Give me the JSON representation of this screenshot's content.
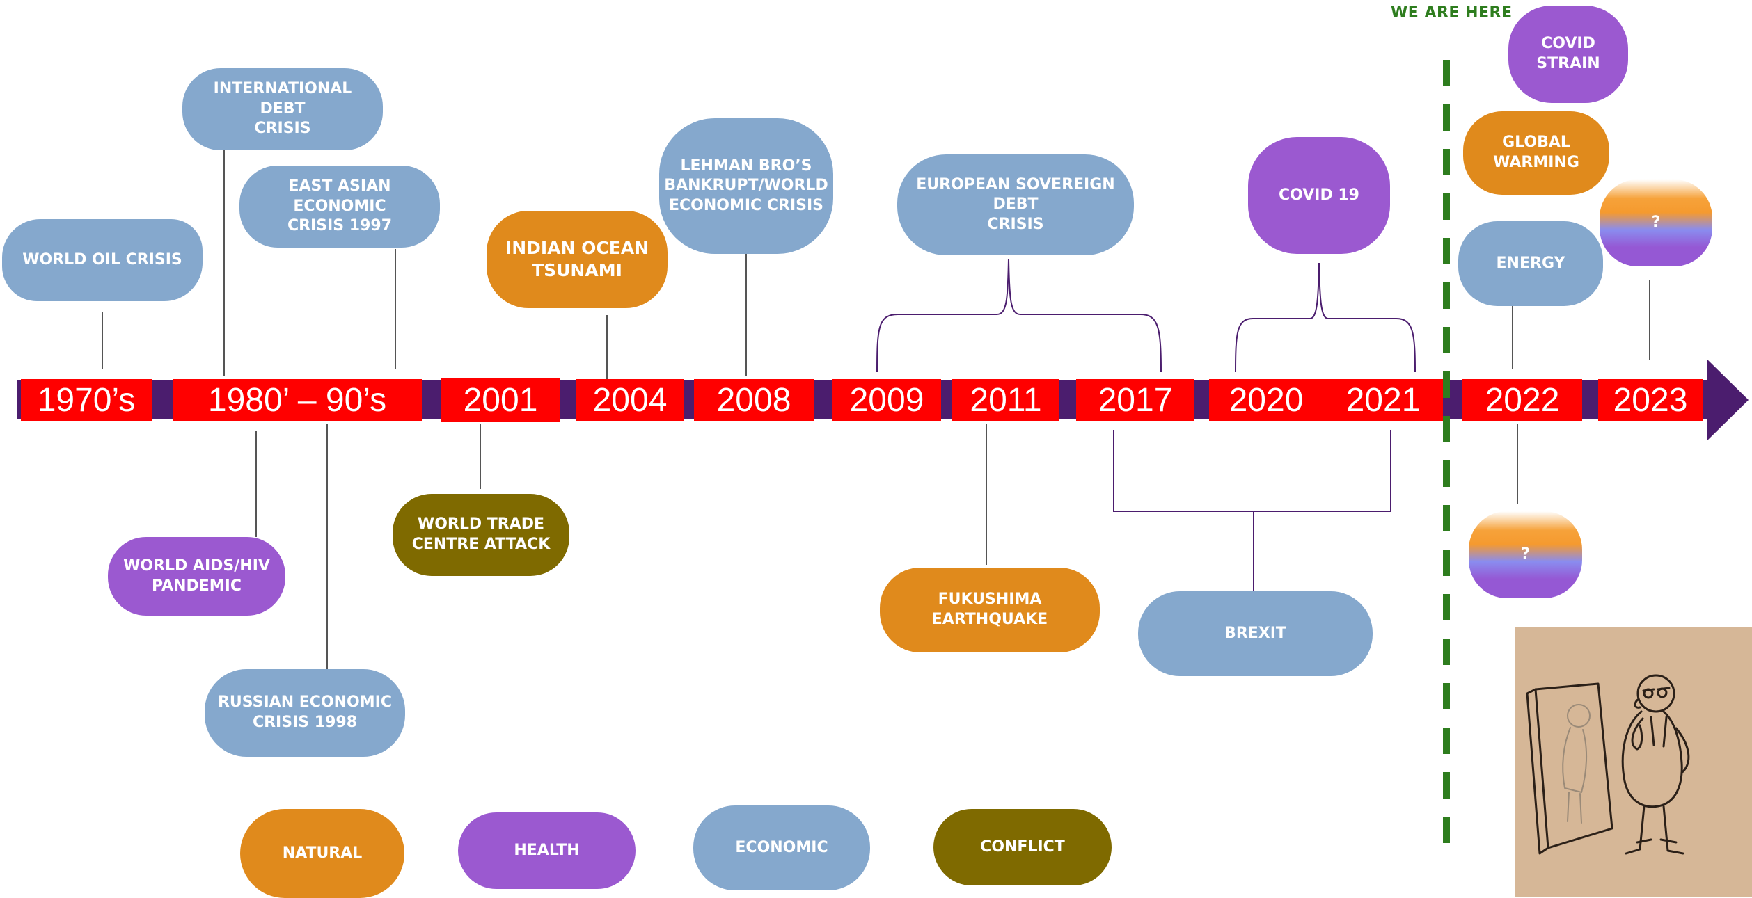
{
  "marker_label": "WE ARE HERE",
  "years": [
    "1970’s",
    "1980’ – 90’s",
    "2001",
    "2004",
    "2008",
    "2009",
    "2011",
    "2017",
    "2020",
    "2021",
    "2022",
    "2023"
  ],
  "events": {
    "world_oil_crisis": "WORLD OIL CRISIS",
    "international_debt_crisis": "INTERNATIONAL DEBT\nCRISIS",
    "east_asian_crisis": "EAST ASIAN ECONOMIC\nCRISIS 1997",
    "world_aids": "WORLD AIDS/HIV\nPANDEMIC",
    "russian_crisis": "RUSSIAN ECONOMIC\nCRISIS 1998",
    "wtc_attack": "WORLD TRADE\nCENTRE ATTACK",
    "indian_ocean_tsunami": "INDIAN OCEAN\nTSUNAMI",
    "lehman": "LEHMAN BRO’S\nBANKRUPT/WORLD\nECONOMIC CRISIS",
    "european_debt": "EUROPEAN SOVEREIGN DEBT\nCRISIS",
    "fukushima": "FUKUSHIMA EARTHQUAKE",
    "covid19": "COVID 19",
    "brexit": "BREXIT",
    "covid_strain": "COVID\nSTRAIN",
    "global_warming": "GLOBAL\nWARMING",
    "energy": "ENERGY",
    "unknown_2023": "?",
    "unknown_2022": "?"
  },
  "legend": [
    "NATURAL",
    "HEALTH",
    "ECONOMIC",
    "CONFLICT"
  ],
  "colors": {
    "economic": "#85a8cd",
    "natural": "#e08a1c",
    "health": "#9b59d0",
    "conflict": "#7f6a00",
    "timeline_bar": "#4b1d6e",
    "year_box": "#ff0000",
    "marker": "#2e7d1e"
  }
}
